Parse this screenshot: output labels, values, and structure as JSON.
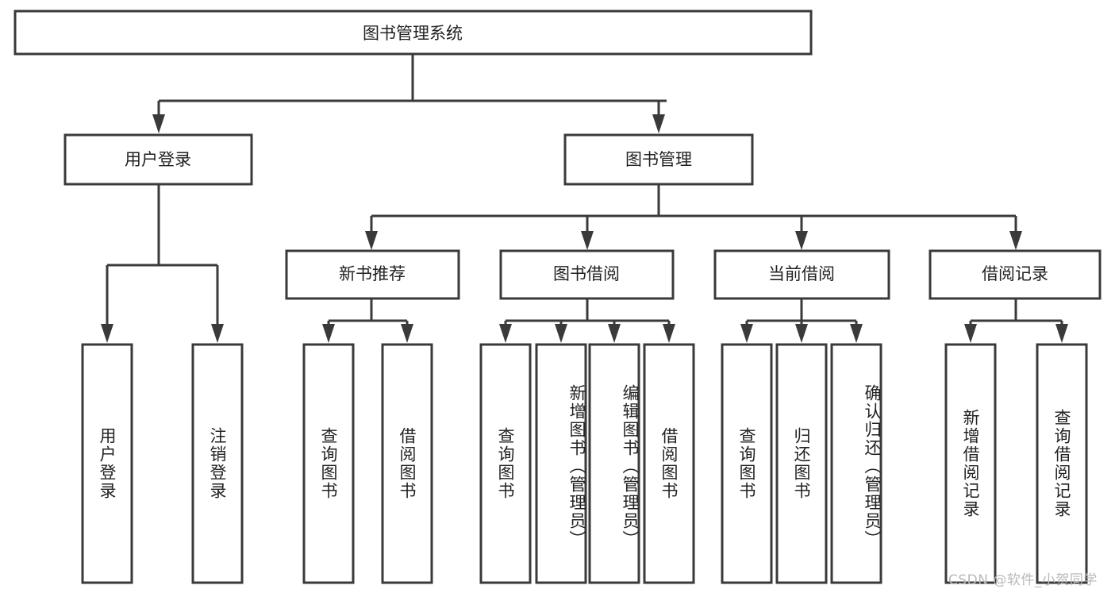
{
  "diagram": {
    "type": "tree-hierarchy",
    "title": "图书管理系统",
    "watermark": "CSDN @软件_小贺同学",
    "colors": {
      "stroke": "#3a3a3a",
      "background": "#ffffff",
      "text": "#222222",
      "watermark": "#b9b9b9"
    },
    "levels": [
      {
        "level": 1,
        "nodes": [
          {
            "id": "root",
            "label": "图书管理系统",
            "orientation": "horizontal"
          }
        ]
      },
      {
        "level": 2,
        "nodes": [
          {
            "id": "login",
            "label": "用户登录",
            "orientation": "horizontal",
            "parent": "root"
          },
          {
            "id": "bookmgmt",
            "label": "图书管理",
            "orientation": "horizontal",
            "parent": "root"
          }
        ]
      },
      {
        "level": 3,
        "nodes": [
          {
            "id": "newbook",
            "label": "新书推荐",
            "orientation": "horizontal",
            "parent": "bookmgmt"
          },
          {
            "id": "borrow",
            "label": "图书借阅",
            "orientation": "horizontal",
            "parent": "bookmgmt"
          },
          {
            "id": "current",
            "label": "当前借阅",
            "orientation": "horizontal",
            "parent": "bookmgmt"
          },
          {
            "id": "records",
            "label": "借阅记录",
            "orientation": "horizontal",
            "parent": "bookmgmt"
          }
        ]
      },
      {
        "level": 4,
        "nodes": [
          {
            "id": "leaf-1",
            "label": "用户登录",
            "orientation": "vertical",
            "parent": "login"
          },
          {
            "id": "leaf-2",
            "label": "注销登录",
            "orientation": "vertical",
            "parent": "login"
          },
          {
            "id": "leaf-3",
            "label": "查询图书",
            "orientation": "vertical",
            "parent": "newbook"
          },
          {
            "id": "leaf-4",
            "label": "借阅图书",
            "orientation": "vertical",
            "parent": "newbook"
          },
          {
            "id": "leaf-5",
            "label": "查询图书",
            "orientation": "vertical",
            "parent": "borrow"
          },
          {
            "id": "leaf-6",
            "label": "新增图书（管理员）",
            "orientation": "vertical",
            "parent": "borrow"
          },
          {
            "id": "leaf-7",
            "label": "编辑图书（管理员）",
            "orientation": "vertical",
            "parent": "borrow"
          },
          {
            "id": "leaf-8",
            "label": "借阅图书",
            "orientation": "vertical",
            "parent": "borrow"
          },
          {
            "id": "leaf-9",
            "label": "查询图书",
            "orientation": "vertical",
            "parent": "current"
          },
          {
            "id": "leaf-10",
            "label": "归还图书",
            "orientation": "vertical",
            "parent": "current"
          },
          {
            "id": "leaf-11",
            "label": "确认归还（管理员）",
            "orientation": "vertical",
            "parent": "current"
          },
          {
            "id": "leaf-12",
            "label": "新增借阅记录",
            "orientation": "vertical",
            "parent": "records"
          },
          {
            "id": "leaf-13",
            "label": "查询借阅记录",
            "orientation": "vertical",
            "parent": "records"
          }
        ]
      }
    ]
  }
}
